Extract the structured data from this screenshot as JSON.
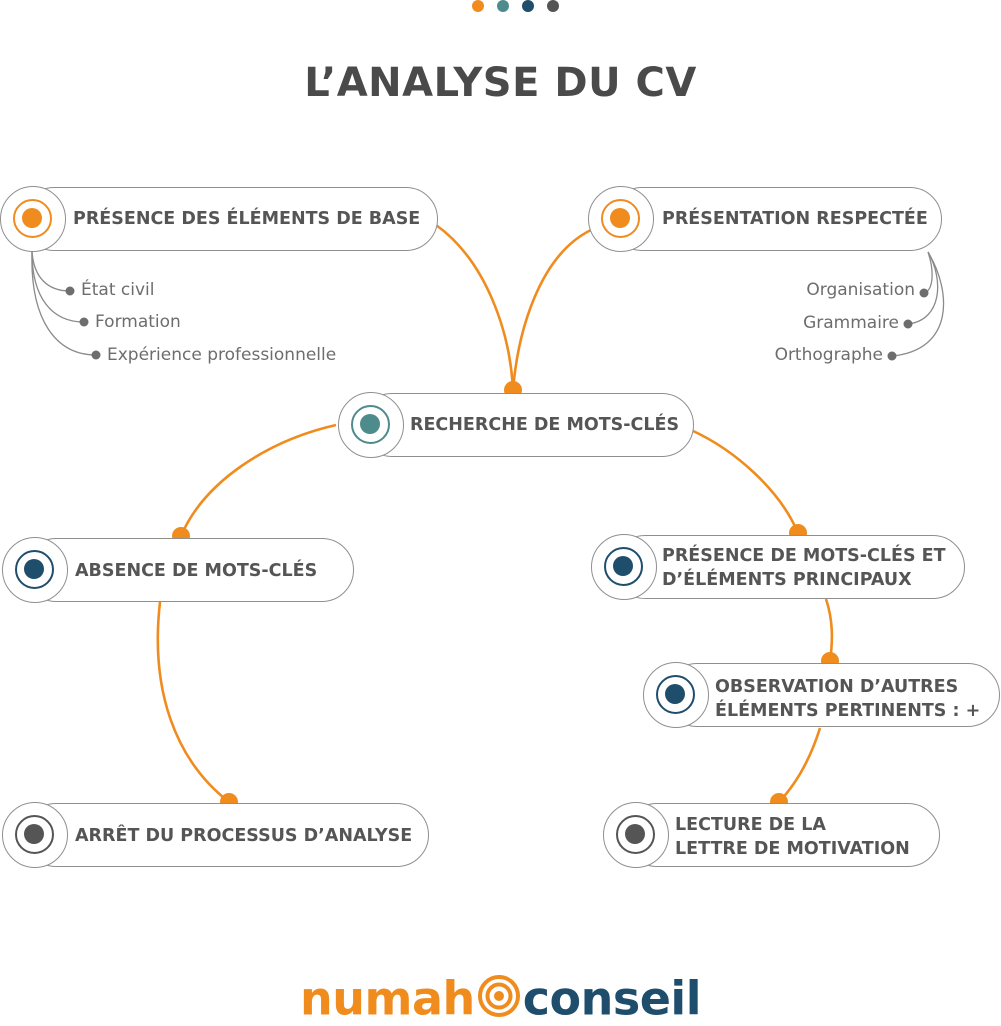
{
  "title": "L’ANALYSE DU CV",
  "colors": {
    "orange": "#f08c1e",
    "teal": "#4e8b8c",
    "navy": "#1f4e6c",
    "gray": "#555555",
    "border": "#8f8f8f"
  },
  "nodes": {
    "presence_base": {
      "label": "PRÉSENCE DES ÉLÉMENTS DE BASE",
      "icon": "orange-target-icon"
    },
    "presentation": {
      "label": "PRÉSENTATION RESPECTÉE",
      "icon": "orange-target-icon"
    },
    "recherche": {
      "label": "RECHERCHE DE MOTS-CLÉS",
      "icon": "teal-target-icon"
    },
    "absence": {
      "label": "ABSENCE DE MOTS-CLÉS",
      "icon": "navy-target-icon"
    },
    "presence_mots": {
      "line1": "PRÉSENCE DE MOTS-CLÉS ET",
      "line2": "D’ÉLÉMENTS PRINCIPAUX",
      "icon": "navy-target-icon"
    },
    "observation": {
      "line1": "OBSERVATION D’AUTRES",
      "line2": "ÉLÉMENTS PERTINENTS :  +",
      "icon": "navy-target-icon"
    },
    "arret": {
      "label": "ARRÊT DU PROCESSUS D’ANALYSE",
      "icon": "gray-target-icon"
    },
    "lecture": {
      "line1": "LECTURE DE LA",
      "line2": "LETTRE DE MOTIVATION",
      "icon": "gray-target-icon"
    }
  },
  "base_items": [
    "État civil",
    "Formation",
    "Expérience professionnelle"
  ],
  "presentation_items": [
    "Organisation",
    "Grammaire",
    "Orthographe"
  ],
  "brand": {
    "part1": "numah",
    "part2": "conseil"
  }
}
